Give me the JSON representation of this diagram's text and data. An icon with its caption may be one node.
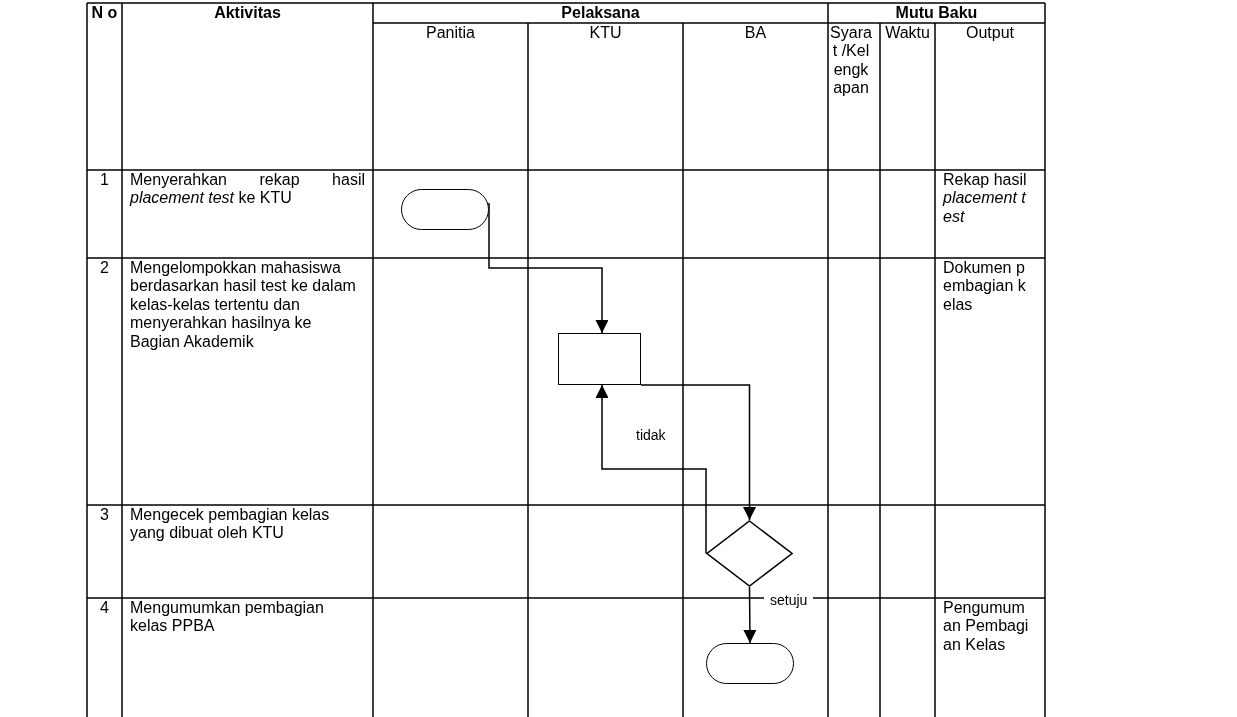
{
  "diagram": {
    "nodes": [
      {
        "text": [],
        "shape": "terminator"
      },
      {
        "text": [],
        "shape": "box"
      },
      {
        "text": [],
        "shape": "diamond"
      },
      {
        "text": [],
        "shape": "terminator"
      }
    ],
    "edges": [
      {
        "from": 0,
        "to": 1,
        "arrow": "to"
      },
      {
        "from": 1,
        "to": 2,
        "arrow": "to"
      },
      {
        "from": 2,
        "to": 1,
        "arrow": "to",
        "label": "tidak"
      },
      {
        "from": 2,
        "to": 3,
        "arrow": "to",
        "label": "setuju"
      }
    ],
    "labels": [
      "N o",
      "Aktivitas",
      "Pelaksana",
      "Mutu Baku",
      "Panitia",
      "KTU",
      "BA",
      "Syarat /Kelengkapan",
      "Waktu",
      "Output",
      "1",
      "Menyerahkan rekap hasil *placement test* ke KTU",
      "Rekap hasil *placement test*",
      "2",
      "Mengelompokkan mahasiswa berdasarkan hasil test ke dalam kelas-kelas tertentu dan menyerahkan hasilnya ke Bagian Akademik",
      "Dokumen pembagian kelas",
      "3",
      "Mengecek pembagian kelas yang dibuat oleh KTU",
      "4",
      "Mengumumkan pembagian kelas PPBA",
      "Pengumuman Pembagian Kelas"
    ]
  }
}
